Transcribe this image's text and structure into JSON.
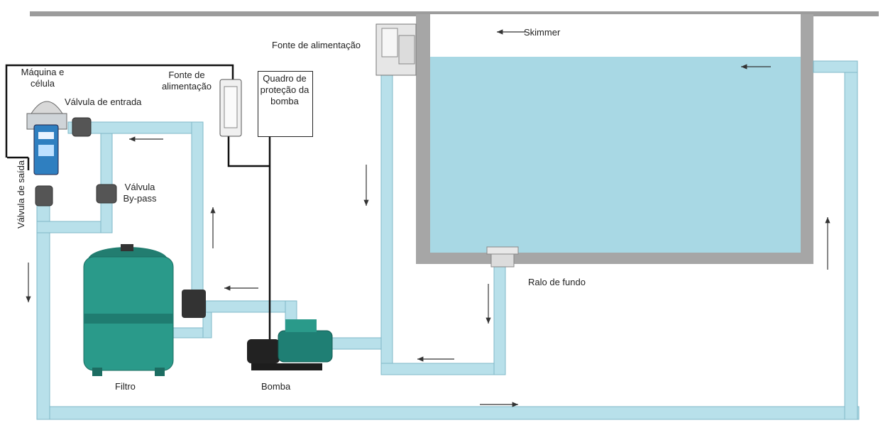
{
  "colors": {
    "water": "#a8d8e4",
    "pipe": "#b8e0ea",
    "pipe_edge": "#7fb8c8",
    "wall": "#a4a4a4",
    "filter": "#2a9a8a",
    "pump": "#1f7f74"
  },
  "labels": {
    "skimmer": "Skimmer",
    "fonte_top": "Fonte de alimentação",
    "maquina": "Máquina e célula",
    "fonte_mid": "Fonte de alimentação",
    "quadro": "Quadro de proteção da bomba",
    "valvula_entrada": "Válvula de entrada",
    "valvula_saida": "Válvula de saída",
    "valvula_bypass": "Válvula By-pass",
    "ralo": "Ralo de fundo",
    "filtro": "Filtro",
    "bomba": "Bomba"
  },
  "icons": [
    "skimmer-icon",
    "filter-icon",
    "pump-icon",
    "chlorinator-icon",
    "power-supply-icon",
    "valve-icon"
  ]
}
